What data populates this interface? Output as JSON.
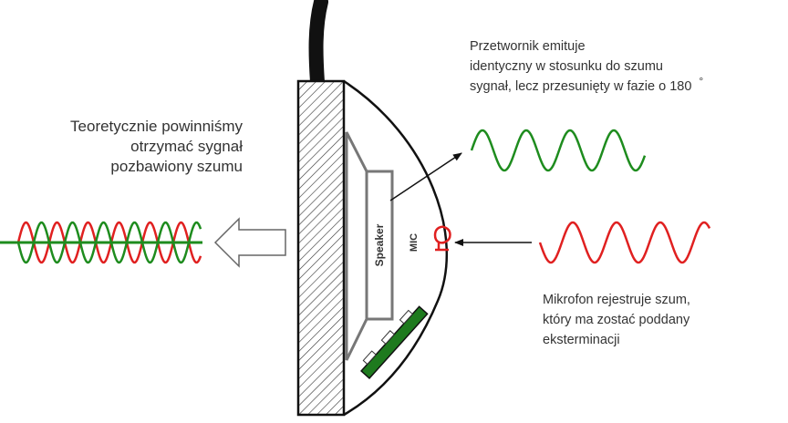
{
  "captions": {
    "theory": [
      "Teoretycznie powinniśmy",
      "otrzymać sygnał",
      "pozbawiony szumu"
    ],
    "transducer": [
      "Przetwornik emituje",
      "identyczny w stosunku do szumu",
      "sygnał, lecz przesunięty w fazie o 180"
    ],
    "transducer_degree": "°",
    "microphone": [
      "Mikrofon rejestruje szum,",
      "który ma zostać poddany",
      "eksterminacji"
    ]
  },
  "labels": {
    "speaker": "Speaker",
    "mic": "MIC"
  },
  "colors": {
    "noise_wave": "#e02020",
    "antinoise_wave": "#1e8c1e",
    "result_line": "#1e8c1e",
    "pcb": "#1e7a1e",
    "outline": "#111111",
    "gray_part": "#777777",
    "text": "#333333"
  },
  "icons": {
    "cable": "cable-icon",
    "housing": "earcup-housing-icon",
    "speaker": "speaker-icon",
    "mic": "microphone-icon",
    "pcb": "circuit-board-icon",
    "output_arrow": "hollow-left-arrow-icon"
  }
}
